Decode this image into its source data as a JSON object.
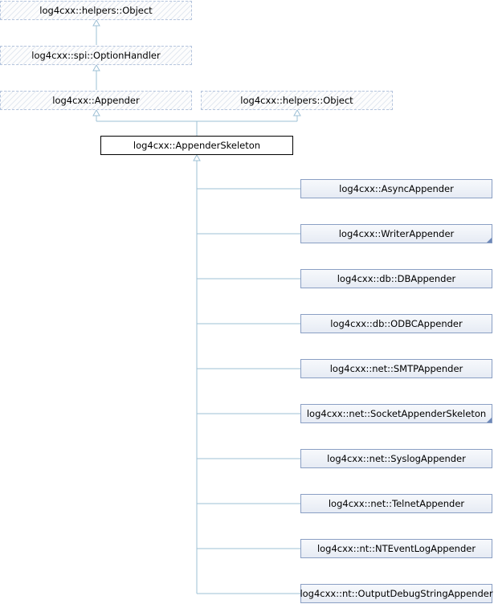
{
  "diagram": {
    "external": {
      "object_top": "log4cxx::helpers::Object",
      "option_handler": "log4cxx::spi::OptionHandler",
      "appender": "log4cxx::Appender",
      "object_right": "log4cxx::helpers::Object"
    },
    "current": "log4cxx::AppenderSkeleton",
    "derived": [
      {
        "label": "log4cxx::AsyncAppender",
        "has_more": false
      },
      {
        "label": "log4cxx::WriterAppender",
        "has_more": true
      },
      {
        "label": "log4cxx::db::DBAppender",
        "has_more": false
      },
      {
        "label": "log4cxx::db::ODBCAppender",
        "has_more": false
      },
      {
        "label": "log4cxx::net::SMTPAppender",
        "has_more": false
      },
      {
        "label": "log4cxx::net::SocketAppenderSkeleton",
        "has_more": true
      },
      {
        "label": "log4cxx::net::SyslogAppender",
        "has_more": false
      },
      {
        "label": "log4cxx::net::TelnetAppender",
        "has_more": false
      },
      {
        "label": "log4cxx::nt::NTEventLogAppender",
        "has_more": false
      },
      {
        "label": "log4cxx::nt::OutputDebugStringAppender",
        "has_more": false
      }
    ]
  }
}
